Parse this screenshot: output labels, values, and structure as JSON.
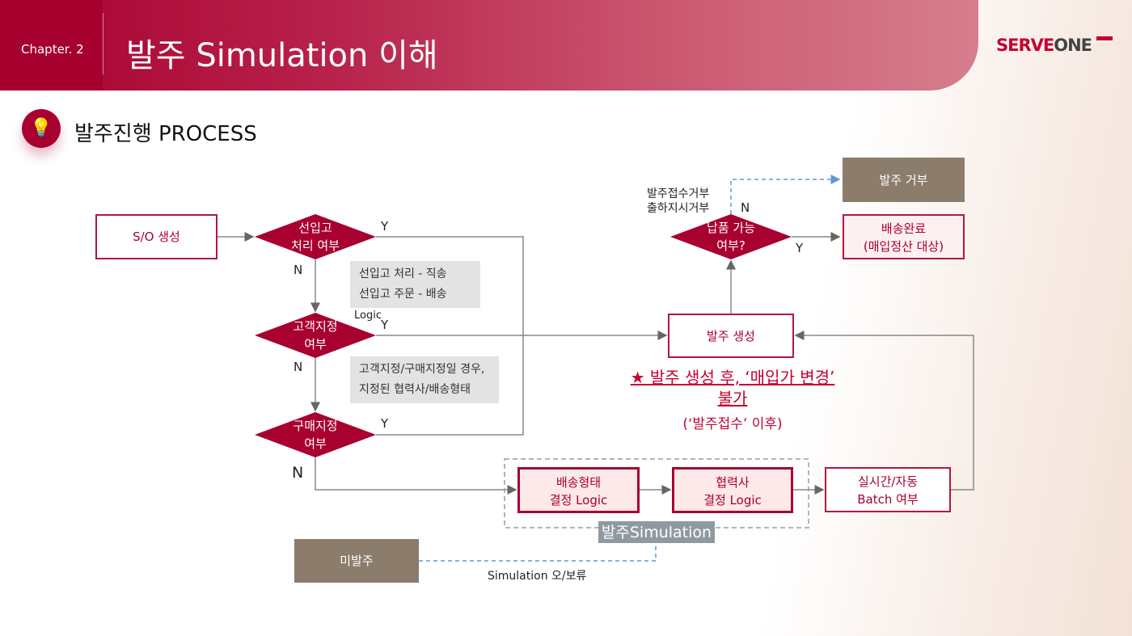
{
  "header": {
    "chapter": "Chapter. 2",
    "title": "발주 Simulation 이해",
    "logo": "SERVEONE",
    "logo_part1": "SERVE",
    "logo_part2": "ONE"
  },
  "section": {
    "title": "발주진행 PROCESS",
    "icon": "lightbulb-icon"
  },
  "nodes": {
    "so": "S/O 생성",
    "d1": [
      "선입고",
      "처리 여부"
    ],
    "d2": [
      "고객지정",
      "여부"
    ],
    "d3": [
      "구매지정",
      "여부"
    ],
    "note1": [
      "선입고 처리 - 직송",
      "선입고 주문 - 배송"
    ],
    "logic": "Logic",
    "note2": [
      "고객지정/구매지정일 경우,",
      "지정된 협력사/배송형태"
    ],
    "ship": [
      "배송형태",
      "결정 Logic"
    ],
    "partner": [
      "협력사",
      "결정 Logic"
    ],
    "batch": [
      "실시간/자동",
      "Batch 여부"
    ],
    "sim": "발주Simulation",
    "unordered": "미발주",
    "sim_hold": "Simulation 오/보류",
    "po_create": "발주 생성",
    "d4": [
      "납품 가능",
      "여부?"
    ],
    "reject": "발주 거부",
    "reject_note": [
      "발주접수거부",
      "출하지시거부"
    ],
    "done": [
      "배송완료",
      "(매입정산 대상)"
    ]
  },
  "labels": {
    "y": "Y",
    "n": "N"
  },
  "notice": {
    "line1": "★ 발주 생성 후, ‘매입가 변경’",
    "line2": "불가",
    "line3": "(‘발주접수’ 이후)"
  },
  "colors": {
    "accent": "#a8002f",
    "brown": "#8c7c6c",
    "dashed": "#5b9bd5"
  }
}
